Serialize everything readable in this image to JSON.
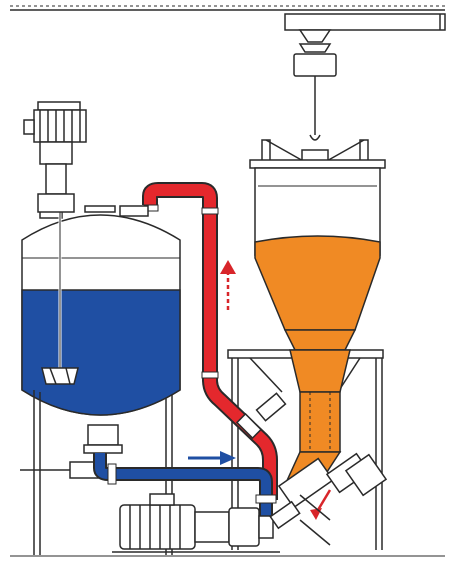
{
  "diagram": {
    "description_labels": [],
    "colors": {
      "liquid_blue": "#1f4fa3",
      "powder_orange": "#f08a24",
      "pipe_red": "#e4282d",
      "pipe_blue": "#1f4fa3",
      "arrow_red": "#d8252a",
      "arrow_blue": "#1f4fa3",
      "outline": "#2a2a2a",
      "equipment_grey": "#d9d9d9",
      "background": "#ffffff"
    },
    "components": [
      {
        "name": "overhead-rail"
      },
      {
        "name": "hoist"
      },
      {
        "name": "agitator-motor"
      },
      {
        "name": "mixing-tank"
      },
      {
        "name": "bulk-bag"
      },
      {
        "name": "discharge-hopper"
      },
      {
        "name": "support-frame"
      },
      {
        "name": "recirculation-pipe"
      },
      {
        "name": "suction-pipe"
      },
      {
        "name": "pump"
      },
      {
        "name": "mixing-valve"
      }
    ],
    "flow_arrows": [
      {
        "name": "red-upflow-arrow",
        "direction": "up"
      },
      {
        "name": "blue-flow-arrow",
        "direction": "right"
      },
      {
        "name": "red-downflow-arrow",
        "direction": "down-left"
      }
    ]
  }
}
